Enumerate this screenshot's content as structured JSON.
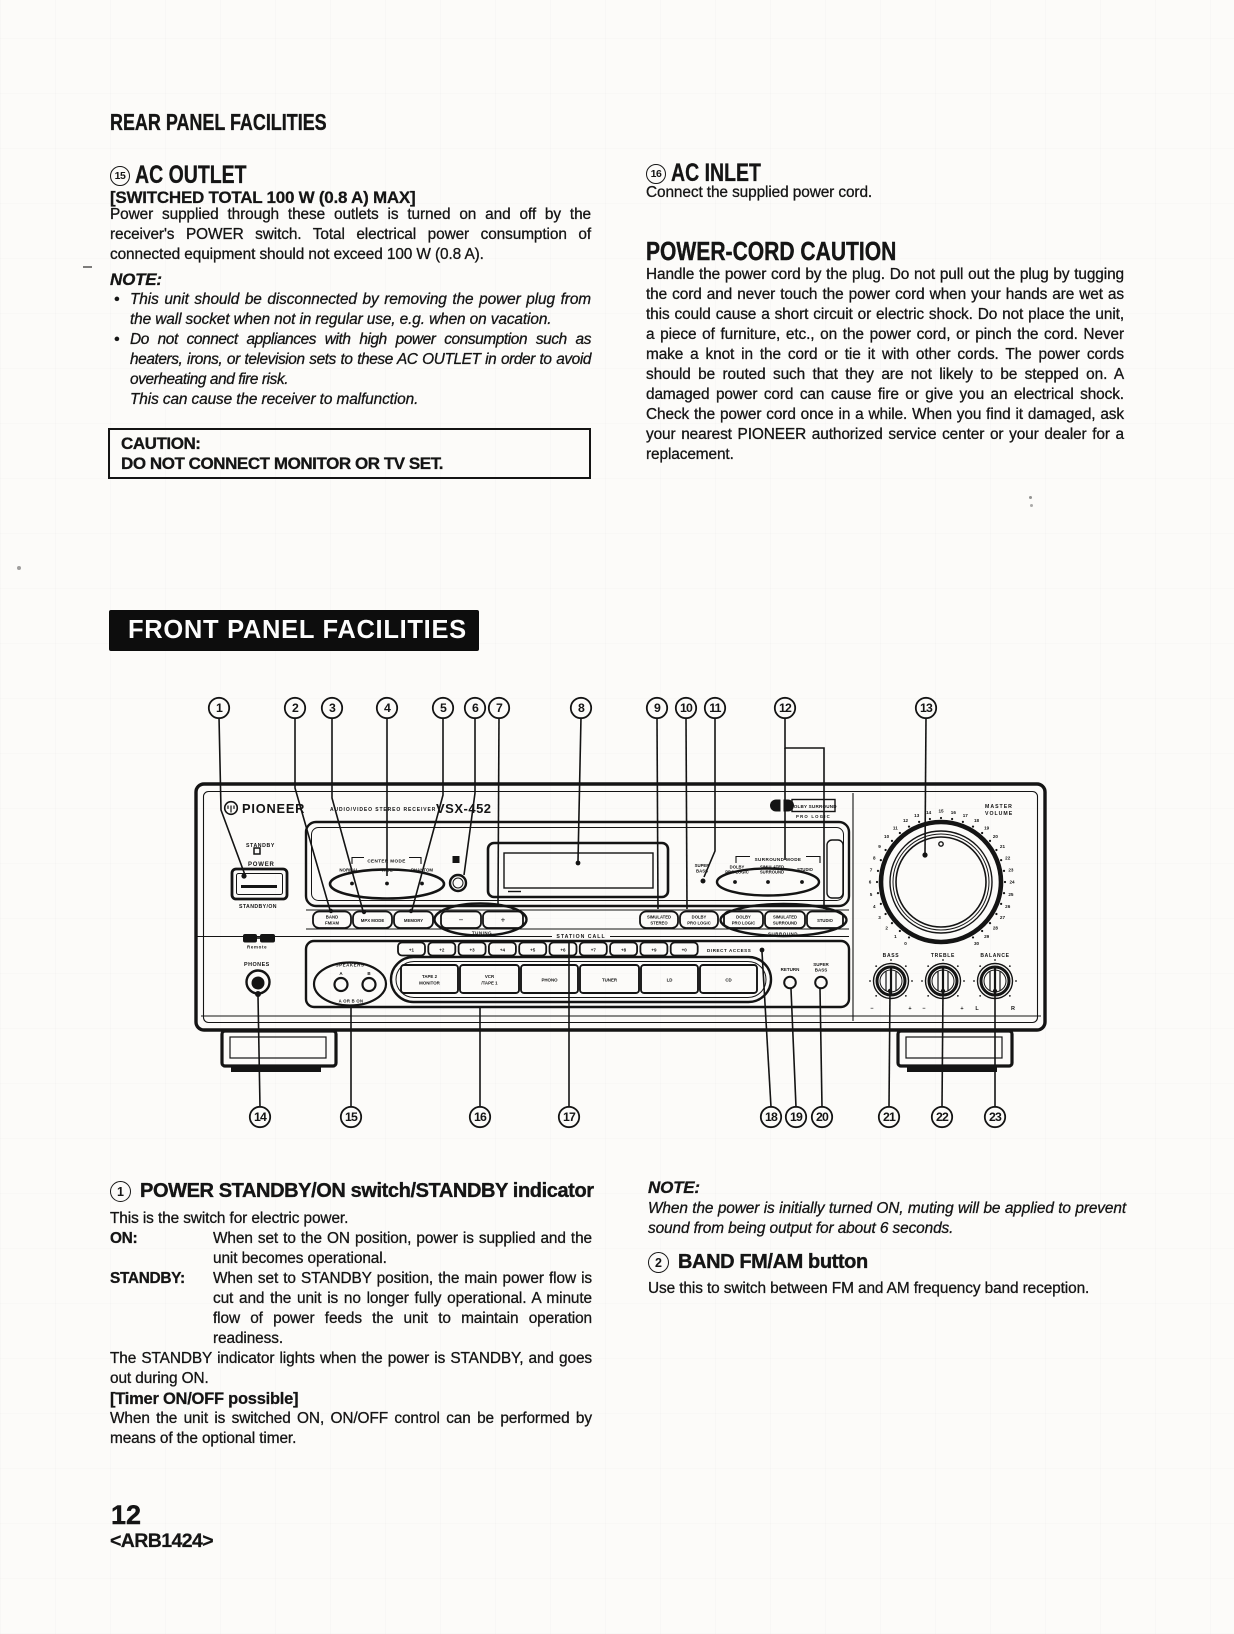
{
  "page": {
    "number": "12",
    "code": "<ARB1424>"
  },
  "rear_panel": {
    "title": "REAR PANEL FACILITIES",
    "ac_outlet": {
      "num": "15",
      "title": "AC OUTLET",
      "subtitle": "[SWITCHED TOTAL 100 W (0.8 A) MAX]",
      "body": "Power supplied through these outlets is turned on and off by the receiver's POWER switch. Total electrical power consumption of connected equipment should not exceed 100 W (0.8 A).",
      "note_label": "NOTE:",
      "notes": [
        "This unit should be disconnected by removing the power plug from the wall socket when not in regular use, e.g. when on vacation.",
        "Do not connect appliances with high power consumption such as heaters, irons, or television sets to these AC OUTLET in order to avoid overheating and fire risk."
      ],
      "note_cont": "This can cause the receiver to malfunction.",
      "caution_title": "CAUTION:",
      "caution_body": "DO NOT CONNECT MONITOR OR TV SET."
    },
    "ac_inlet": {
      "num": "16",
      "title": "AC INLET",
      "body": "Connect the supplied power cord."
    },
    "power_cord": {
      "title": "POWER-CORD CAUTION",
      "body": "Handle the power cord by the plug. Do not pull out the plug by tugging the cord and never touch the power cord when your hands are wet as this could cause a short circuit or electric shock. Do not place the unit, a piece of furniture, etc., on the power cord, or pinch the cord. Never make a knot in the cord or tie it with other cords. The power cords should be routed such that they are not likely to be stepped on. A damaged power cord can cause fire or give you an electrical shock. Check the power cord once in a while. When you find it damaged, ask your nearest PIONEER authorized service center or your dealer for a replacement."
    }
  },
  "front_panel": {
    "banner": "FRONT PANEL FACILITIES",
    "drawing": {
      "callouts": [
        "1",
        "2",
        "3",
        "4",
        "5",
        "6",
        "7",
        "8",
        "9",
        "10",
        "11",
        "12",
        "13",
        "14",
        "15",
        "16",
        "17",
        "18",
        "19",
        "20",
        "21",
        "22",
        "23"
      ],
      "brand": "PIONEER",
      "receiver_type": "AUDIO/VIDEO STEREO RECEIVER",
      "model": "VSX-452",
      "standby": "STANDBY",
      "power": "POWER",
      "standby_on": "STANDBY/ON",
      "remote": "Remote",
      "phones": "PHONES",
      "center_mode": "CENTER MODE",
      "normal": "NORMAL",
      "wide": "WIDE",
      "phantom": "PHANTOM",
      "band_1": "BAND",
      "band_2": "FM/AM",
      "mpx_mode": "MPX MODE",
      "memory": "MEMORY",
      "minus": "−",
      "plus": "+",
      "tuning": "TUNING",
      "station_call_label": "STATION CALL",
      "station_call": [
        "+1",
        "+2",
        "+3",
        "+4",
        "+5",
        "+6",
        "+7",
        "+8",
        "+9",
        "+0"
      ],
      "direct_access": "DIRECT ACCESS",
      "sim_stereo_1": "SIMULATED",
      "sim_stereo_2": "STEREO",
      "dolby_btn_1": "DOLBY",
      "dolby_btn_2": "PRO LOGIC",
      "super_bass_1": "SUPER",
      "super_bass_2": "BASS",
      "surround_mode": "SURROUND MODE",
      "sur_dolby_1": "DOLBY",
      "sur_dolby_2": "PRO LOGIC",
      "sur_sim_1": "SIMULATED",
      "sur_sim_2": "SURROUND",
      "studio": "STUDIO",
      "surround": "SURROUND",
      "speakers": "SPEAKERS",
      "spk_a": "A",
      "spk_b": "B",
      "spk_note": "A OR B ON",
      "return": "RETURN",
      "selectors": [
        [
          "TAPE 2",
          "MONITOR"
        ],
        [
          "VCR",
          "/TAPE 1"
        ],
        [
          "PHONO",
          ""
        ],
        [
          "TUNER",
          ""
        ],
        [
          "LD",
          ""
        ],
        [
          "CD",
          ""
        ]
      ],
      "dolby_badge": "DOLBY SURROUND",
      "pro_logic": "PRO LOGIC",
      "master_1": "MASTER",
      "master_2": "VOLUME",
      "volume_scale": [
        "0",
        "1",
        "2",
        "3",
        "4",
        "5",
        "6",
        "7",
        "8",
        "9",
        "10",
        "11",
        "12",
        "13",
        "14",
        "15",
        "16",
        "17",
        "18",
        "19",
        "20",
        "21",
        "22",
        "23",
        "24",
        "25",
        "26",
        "27",
        "28",
        "29",
        "30"
      ],
      "bass": "BASS",
      "treble": "TREBLE",
      "balance": "BALANCE",
      "knob_minus": "−",
      "knob_plus": "+",
      "bal_l": "L",
      "bal_r": "R"
    },
    "power_section": {
      "num": "1",
      "title": "POWER STANDBY/ON switch/STANDBY indicator",
      "intro": "This is the switch for electric power.",
      "defs": [
        {
          "term": "ON:",
          "desc": "When set to the ON position, power is supplied and the unit becomes operational."
        },
        {
          "term": "STANDBY:",
          "desc": "When set to STANDBY position, the main power flow is cut and the unit is no longer fully operational. A minute flow of power feeds the unit to maintain operation readiness."
        }
      ],
      "standby_note": "The STANDBY indicator lights when the power is STANDBY, and goes out during ON.",
      "timer_label": "[Timer ON/OFF possible]",
      "timer_body": "When the unit is switched ON, ON/OFF control can be performed by means of the optional timer."
    },
    "note": {
      "label": "NOTE:",
      "body": "When the power is initially turned ON, muting will be applied to prevent sound from being output for about 6 seconds."
    },
    "band_section": {
      "num": "2",
      "title": "BAND FM/AM button",
      "body": "Use this to switch between FM and AM frequency band reception."
    }
  }
}
